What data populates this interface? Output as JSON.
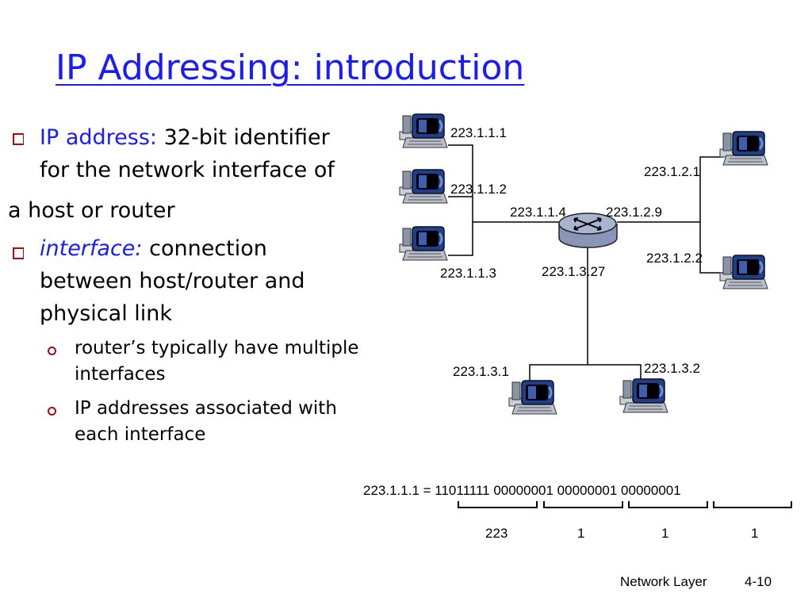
{
  "title": "IP Addressing: introduction",
  "bullets": {
    "b1_term": "IP address:",
    "b1_rest": "32-bit identifier",
    "b1_line2": "for the network interface of",
    "b1_line3": "a host or router",
    "b2_term": "interface:",
    "b2_rest": "connection",
    "b2_line2": "between host/router and",
    "b2_line3": "physical link",
    "sub1_line1": "router’s typically have multiple",
    "sub1_line2": "interfaces",
    "sub2_line1": "IP addresses associated with",
    "sub2_line2": "each interface"
  },
  "network": {
    "host_1_1_1": "223.1.1.1",
    "host_1_1_2": "223.1.1.2",
    "host_1_1_3": "223.1.1.3",
    "router_if_1_1_4": "223.1.1.4",
    "router_if_1_2_9": "223.1.2.9",
    "router_if_1_3_27": "223.1.3.27",
    "host_1_2_1": "223.1.2.1",
    "host_1_2_2": "223.1.2.2",
    "host_1_3_1": "223.1.3.1",
    "host_1_3_2": "223.1.3.2"
  },
  "binary": {
    "equation": "223.1.1.1 = 11011111 00000001 00000001 00000001",
    "octet_1": "223",
    "octet_2": "1",
    "octet_3": "1",
    "octet_4": "1"
  },
  "footer": {
    "section": "Network Layer",
    "page": "4-10"
  },
  "colors": {
    "title": "#1a1aff",
    "bullet_marker": "#a01010",
    "computer_screen": "#1e3f8f",
    "router_body": "#a8b4d0"
  },
  "icons": {
    "host": "desktop-computer-icon",
    "router": "router-icon"
  }
}
